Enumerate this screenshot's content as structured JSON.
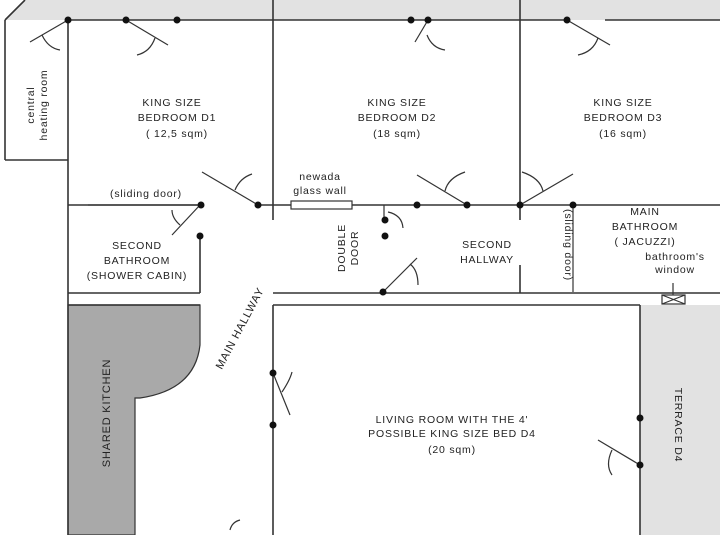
{
  "title": "Apartment floor plan",
  "colors": {
    "shaded": "#e2e2e2",
    "kitchen": "#a9a9a9",
    "wall": "#333333"
  },
  "rooms": {
    "heating": {
      "line1": "central",
      "line2": "heating room"
    },
    "d1": {
      "line1": "KING SIZE",
      "line2": "BEDROOM D1",
      "line3": "( 12,5 sqm)"
    },
    "d2": {
      "line1": "KING SIZE",
      "line2": "BEDROOM D2",
      "line3": "(18 sqm)"
    },
    "d3": {
      "line1": "KING SIZE",
      "line2": "BEDROOM D3",
      "line3": "(16 sqm)"
    },
    "second_bathroom": {
      "line1": "SECOND",
      "line2": "BATHROOM",
      "line3": "(SHOWER CABIN)"
    },
    "second_hallway": {
      "line1": "SECOND",
      "line2": "HALLWAY"
    },
    "main_bathroom": {
      "line1": "MAIN",
      "line2": "BATHROOM",
      "line3": "( JACUZZI)"
    },
    "main_hallway": "MAIN HALLWAY",
    "kitchen": "SHARED KITCHEN",
    "living": {
      "line1": "LIVING ROOM WITH THE 4'",
      "line2": "POSSIBLE KING SIZE BED D4",
      "line3": "(20 sqm)"
    },
    "terrace": "TERRACE D4"
  },
  "labels": {
    "sliding_door_1": "(sliding door)",
    "sliding_door_2": "(sliding door)",
    "glass_wall_1": "newada",
    "glass_wall_2": "glass wall",
    "double_door_1": "DOUBLE",
    "double_door_2": "DOOR",
    "window_1": "bathroom's",
    "window_2": "window"
  }
}
